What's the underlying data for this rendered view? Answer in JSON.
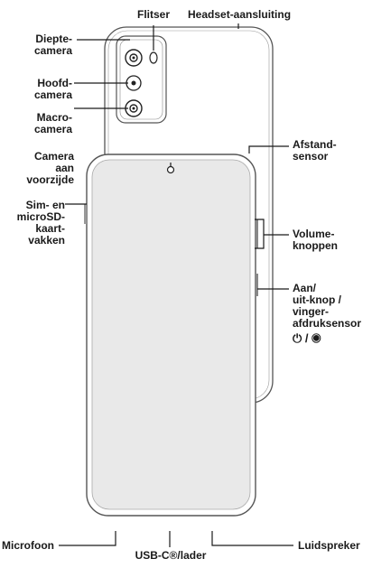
{
  "labels": {
    "flash": "Flitser",
    "headset": "Headset-aansluiting",
    "depth_camera": "Diepte-\ncamera",
    "main_camera": "Hoofd-\ncamera",
    "macro_camera": "Macro-\ncamera",
    "front_camera": "Camera\naan\nvoorzijde",
    "proximity_sensor": "Afstand-\nsensor",
    "sim_tray": "Sim- en\nmicroSD-\nkaart-\nvakken",
    "volume": "Volume-\nknoppen",
    "power": "Aan/\nuit-knop /\nvinger-\nafdruksensor",
    "power_icons": "⏻ / ◉",
    "microphone": "Microfoon",
    "usb": "USB-C®/lader",
    "speaker": "Luidspreker"
  },
  "colors": {
    "screen": "#e9e9e9",
    "outline": "#555555",
    "leader": "#1a1a1a"
  }
}
